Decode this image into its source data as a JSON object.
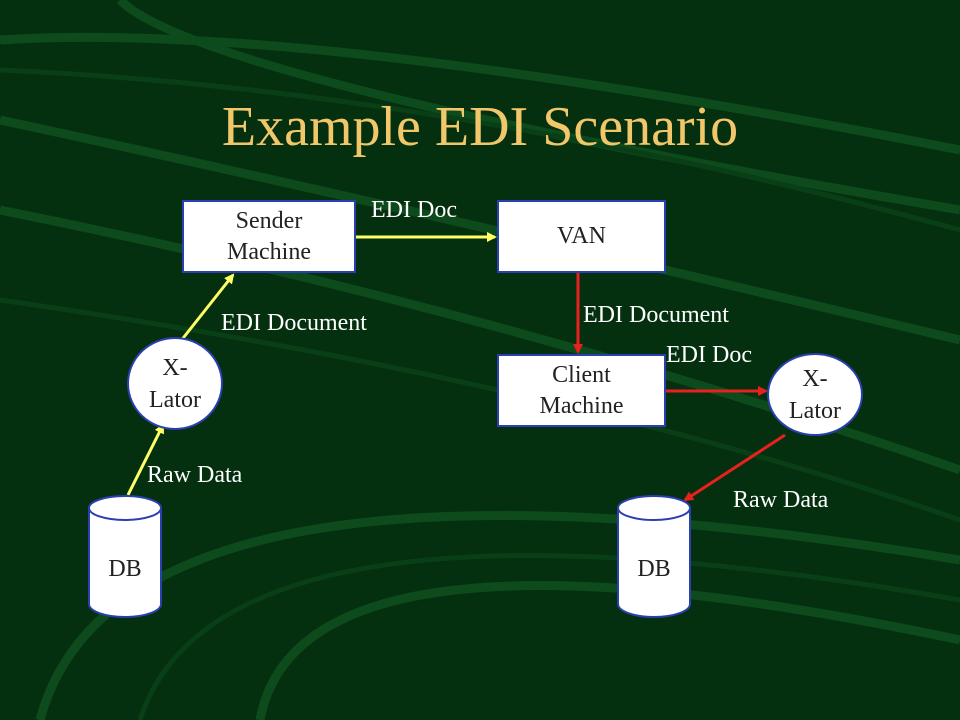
{
  "slide": {
    "title": "Example EDI Scenario",
    "colors": {
      "background": "#04300f",
      "title": "#f2c76a",
      "left_arrows": "#ffff66",
      "right_arrows": "#e8201e"
    }
  },
  "nodes": {
    "sender_machine": "Sender\nMachine",
    "van": "VAN",
    "client_machine": "Client\nMachine",
    "xlator_left": "X-\nLator",
    "xlator_right": "X-\nLator",
    "db_left": "DB",
    "db_right": "DB"
  },
  "labels": {
    "edi_doc_top": "EDI Doc",
    "edi_document_left": "EDI Document",
    "edi_document_right": "EDI Document",
    "edi_doc_right": "EDI Doc",
    "raw_data_left": "Raw Data",
    "raw_data_right": "Raw Data"
  }
}
